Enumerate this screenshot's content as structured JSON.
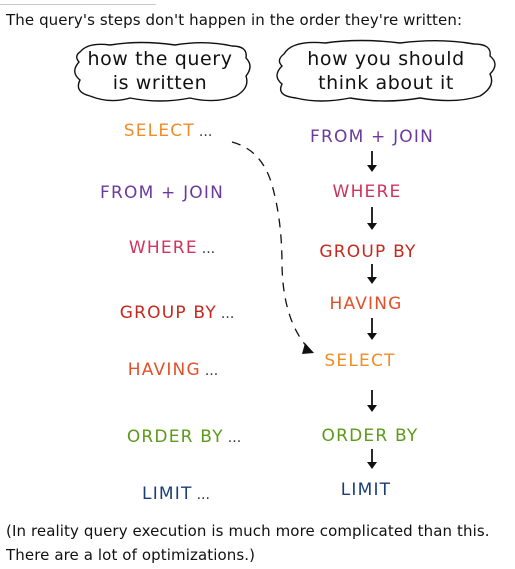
{
  "intro": "The query's steps don't happen in the order they're written:",
  "left_heading": {
    "line1": "how the query",
    "line2": "is written"
  },
  "right_heading": {
    "line1": "how you should",
    "line2": "think about it"
  },
  "written_order": [
    {
      "label": "SELECT",
      "dots": "...",
      "color": "#f28c28"
    },
    {
      "label": "FROM + JOIN",
      "dots": "",
      "color": "#6a3a9e"
    },
    {
      "label": "WHERE",
      "dots": "...",
      "color": "#d0345e"
    },
    {
      "label": "GROUP BY",
      "dots": "...",
      "color": "#c4281e"
    },
    {
      "label": "HAVING",
      "dots": "...",
      "color": "#e0512a"
    },
    {
      "label": "ORDER BY",
      "dots": "...",
      "color": "#5c9a1a"
    },
    {
      "label": "LIMIT",
      "dots": "...",
      "color": "#1a3e7a"
    }
  ],
  "execution_order": [
    {
      "label": "FROM + JOIN",
      "color": "#6a3a9e"
    },
    {
      "label": "WHERE",
      "color": "#d0345e"
    },
    {
      "label": "GROUP BY",
      "color": "#c4281e"
    },
    {
      "label": "HAVING",
      "color": "#e0512a"
    },
    {
      "label": "SELECT",
      "color": "#f28c28"
    },
    {
      "label": "ORDER BY",
      "color": "#5c9a1a"
    },
    {
      "label": "LIMIT",
      "color": "#1a3e7a"
    }
  ],
  "footnote": {
    "line1": "(In reality query execution is much more complicated than this.",
    "line2": "There are a lot of optimizations.)"
  }
}
